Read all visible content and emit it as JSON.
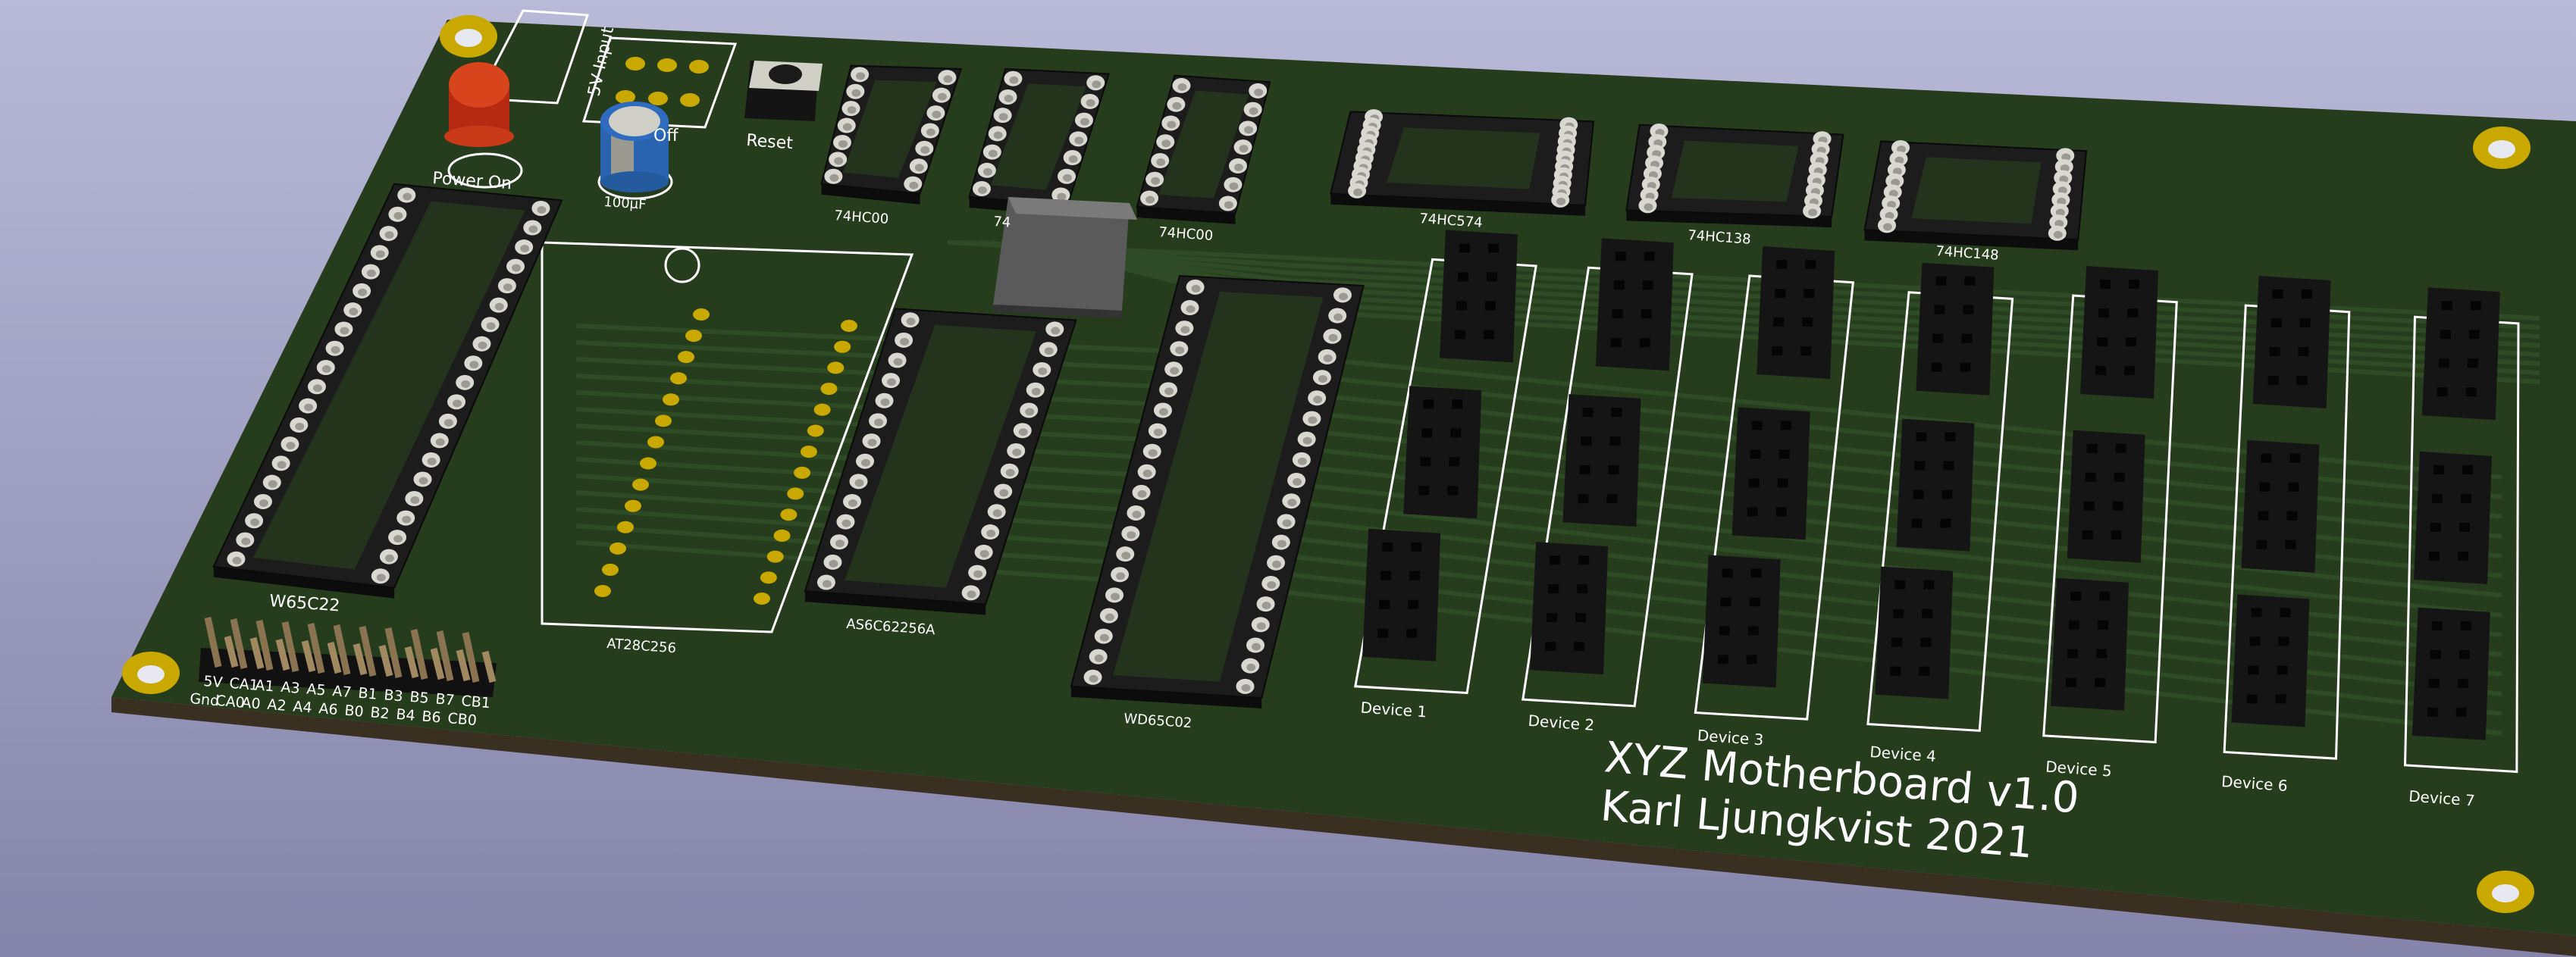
{
  "board": {
    "title": "XYZ Motherboard v1.0",
    "author": "Karl Ljungkvist 2021",
    "colors": {
      "soldermask": "#263d1d",
      "silkscreen": "#ffffff",
      "pad": "#c9a800",
      "socket": "#1a1a1a",
      "background": "#a0a0c4"
    }
  },
  "power": {
    "led_label": "Power On",
    "input_label": "5V Input",
    "switch_label_partial": "Off",
    "capacitor_label": "100µF"
  },
  "reset": {
    "label": "Reset"
  },
  "chips": {
    "nand1": "74HC00",
    "nand2_partial": "74",
    "nand3": "74HC00",
    "latch": "74HC574",
    "decoder": "74HC138",
    "encoder": "74HC148",
    "via": "W65C22",
    "eeprom": "AT28C256",
    "sram": "AS6C62256A",
    "cpu": "WD65C02"
  },
  "io_header": {
    "top_row": [
      "5V",
      "CA1",
      "A1",
      "A3",
      "A5",
      "A7",
      "B1",
      "B3",
      "B5",
      "B7",
      "CB1"
    ],
    "bottom_row": [
      "Gnd",
      "CA0",
      "A0",
      "A2",
      "A4",
      "A6",
      "B0",
      "B2",
      "B4",
      "B6",
      "CB0"
    ]
  },
  "devices": [
    "Device 1",
    "Device 2",
    "Device 3",
    "Device 4",
    "Device 5",
    "Device 6",
    "Device 7"
  ]
}
